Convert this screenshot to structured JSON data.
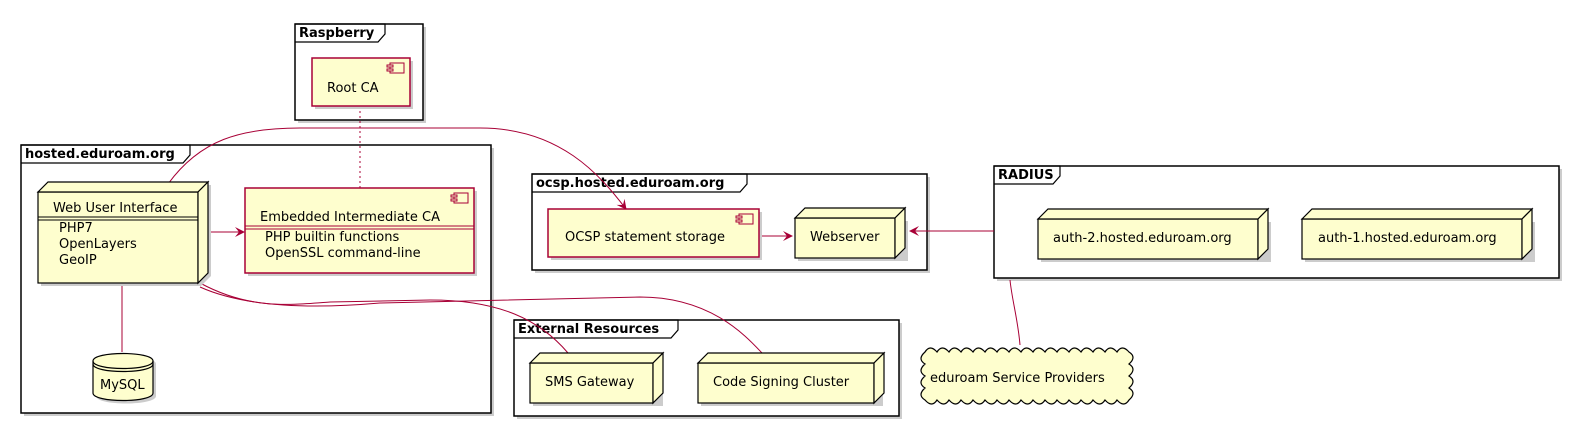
{
  "frames": {
    "raspberry": "Raspberry",
    "hosted": "hosted.eduroam.org",
    "ocsp": "ocsp.hosted.eduroam.org",
    "radius": "RADIUS",
    "external": "External Resources"
  },
  "components": {
    "root_ca": "Root CA",
    "intermediate_ca": {
      "title": "Embedded Intermediate CA",
      "lines": [
        "PHP builtin functions",
        "OpenSSL command-line"
      ]
    },
    "ocsp_storage": "OCSP statement storage"
  },
  "nodes": {
    "web_ui": {
      "title": "Web User Interface",
      "lines": [
        "PHP7",
        "OpenLayers",
        "GeoIP"
      ]
    },
    "mysql": "MySQL",
    "webserver": "Webserver",
    "auth2": "auth-2.hosted.eduroam.org",
    "auth1": "auth-1.hosted.eduroam.org",
    "sms": "SMS Gateway",
    "code_signing": "Code Signing Cluster",
    "service_providers": "eduroam Service Providers"
  },
  "colors": {
    "node_fill": "#FEFECE",
    "component_border": "#A80036",
    "edge": "#A80036"
  }
}
